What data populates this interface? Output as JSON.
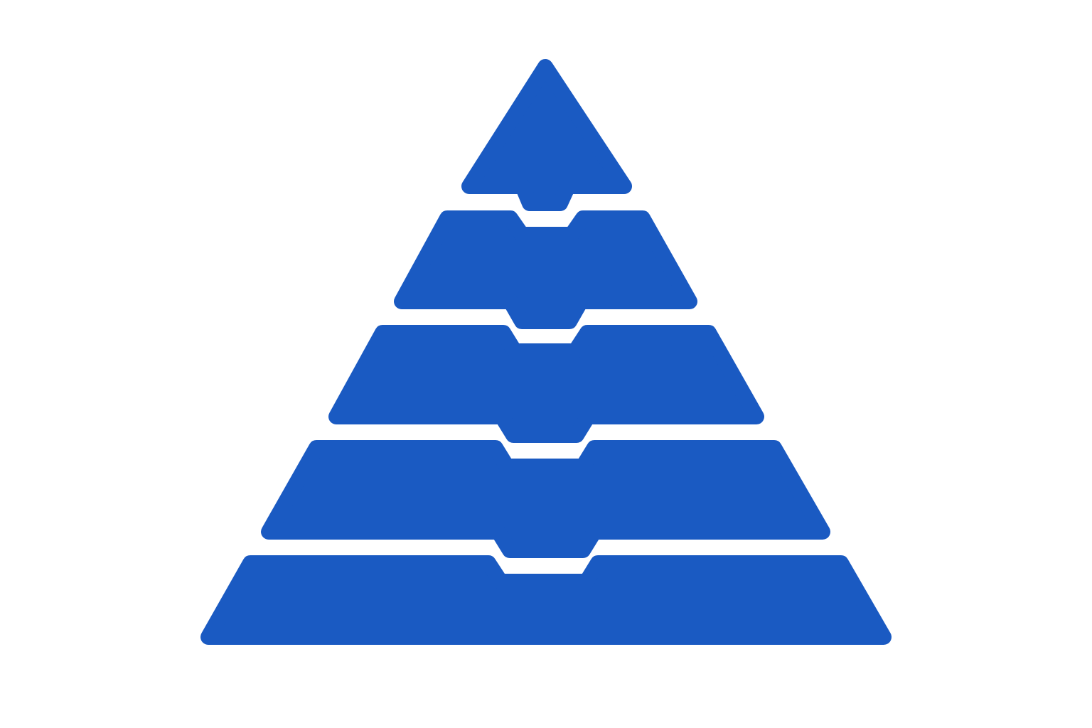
{
  "diagram": {
    "kind": "layered-pyramid",
    "layer_count": 5,
    "fill_color": "#1a5ac2",
    "background_color": "#ffffff",
    "layers": [
      {
        "level": 1,
        "position": "top",
        "shape": "triangle-with-notch"
      },
      {
        "level": 2,
        "position": "upper-middle",
        "shape": "trapezoid-with-tabs"
      },
      {
        "level": 3,
        "position": "middle",
        "shape": "trapezoid-with-tabs"
      },
      {
        "level": 4,
        "position": "lower-middle",
        "shape": "trapezoid-with-tabs"
      },
      {
        "level": 5,
        "position": "base",
        "shape": "trapezoid-with-notch"
      }
    ]
  }
}
